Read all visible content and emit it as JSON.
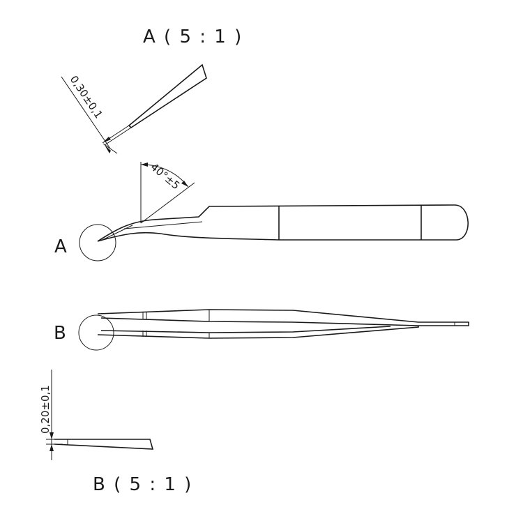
{
  "detail_a": {
    "title": "A ( 5 : 1 )",
    "tip_thickness": "0,30±0,1"
  },
  "main_view": {
    "angle": "40°±5",
    "label_a": "A",
    "label_b": "B"
  },
  "detail_b": {
    "title": "B ( 5 : 1 )",
    "tip_thickness": "0,20±0,1"
  }
}
